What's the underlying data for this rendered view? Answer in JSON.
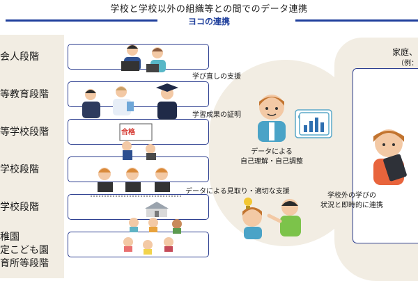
{
  "title": "学校と学校以外の組織等との間でのデータ連携",
  "subtitle": "ヨコの連携",
  "stages": [
    "会人段階",
    "等教育段階",
    "等学校段階",
    "学校段階",
    "学校段階",
    "稚園",
    "定こども園",
    "育所等段階"
  ],
  "captions": {
    "relearning": "学び直しの支援",
    "learning_proof": "学習成果の証明",
    "self_understanding_1": "データによる",
    "self_understanding_2": "自己理解・自己調整",
    "support": "データによる見取り・適切な支援",
    "outside_1": "学校外の学びの",
    "outside_2": "状況と即時的に連携"
  },
  "badge_pass": "合格",
  "right_header": "家庭、",
  "right_sub": "（例：",
  "colors": {
    "accent": "#1f3f9c",
    "panel": "#f2ede3",
    "box_border": "#2b3d8f"
  }
}
